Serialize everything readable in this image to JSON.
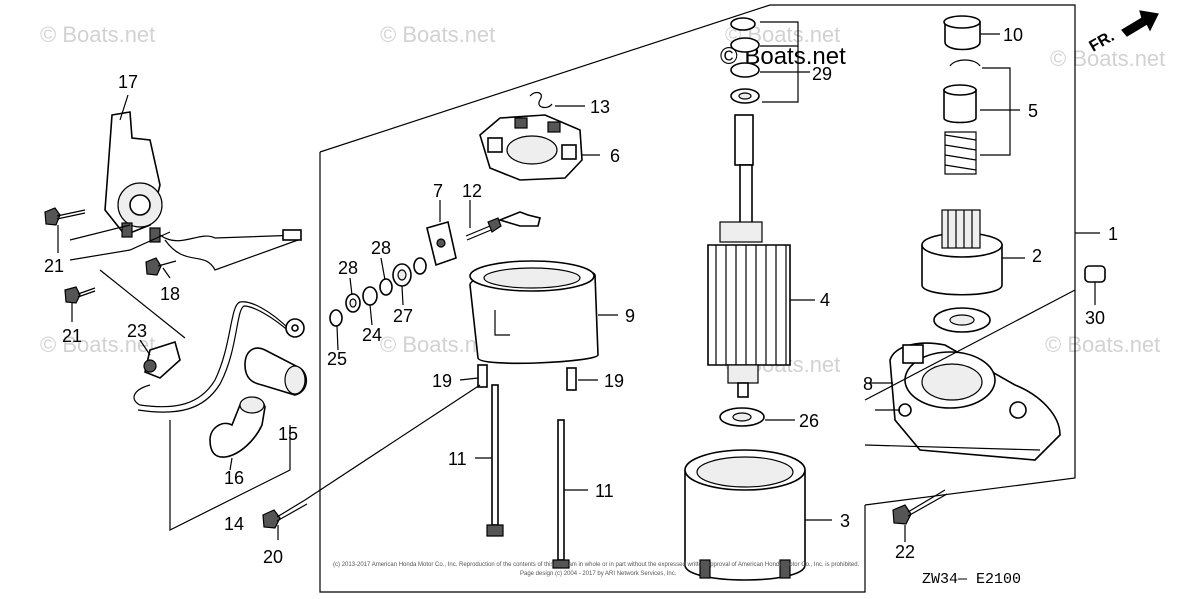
{
  "watermarks": [
    "© Boats.net",
    "© Boats.net",
    "© Boats.net",
    "© Boats.net",
    "© Boats.net",
    "© Boats.net",
    "© Boats.net",
    "© Boats.net",
    "© Boats.net"
  ],
  "front_indicator": "FR.",
  "diagram_code": "ZW34— E2100",
  "copyright_line1": "(c) 2013-2017 American Honda Motor Co., Inc. Reproduction of the contents of this diagram in whole or in part without the expressed written approval of American Honda Motor Co., Inc. is prohibited.",
  "copyright_line2": "Page design (c) 2004 - 2017 by ARI Network Services, Inc.",
  "callouts": {
    "c1": "1",
    "c2": "2",
    "c3": "3",
    "c4": "4",
    "c5": "5",
    "c6": "6",
    "c7": "7",
    "c8": "8",
    "c9": "9",
    "c10": "10",
    "c11a": "11",
    "c11b": "11",
    "c12": "12",
    "c13": "13",
    "c14": "14",
    "c15": "15",
    "c16": "16",
    "c17": "17",
    "c18": "18",
    "c19a": "19",
    "c19b": "19",
    "c20": "20",
    "c21a": "21",
    "c21b": "21",
    "c22": "22",
    "c23": "23",
    "c24": "24",
    "c25": "25",
    "c26": "26",
    "c27": "27",
    "c28a": "28",
    "c28b": "28",
    "c29": "29",
    "c30": "30"
  }
}
